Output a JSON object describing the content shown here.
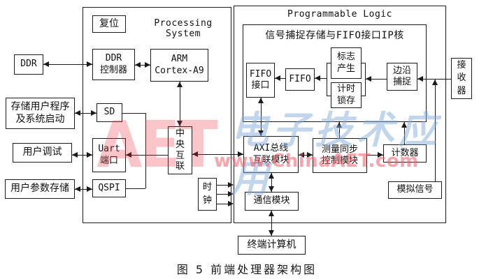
{
  "regions": {
    "ps_label": "Processing System",
    "pl_label": "Programmable Logic",
    "ip_label": "信号捕捉存储与FIFO接口IP核"
  },
  "external": {
    "ddr": "DDR",
    "storage": "存储用户程序\n及系统启动",
    "debug": "用户调试",
    "param": "用户参数存储",
    "receiver": "接\n收\n器",
    "terminal": "终端计算机"
  },
  "ps": {
    "reset": "复位",
    "ddr_ctrl": "DDR\n控制器",
    "arm": "ARM\nCortex-A9",
    "sd": "SD",
    "uart": "Uart\n端口",
    "qspi": "QSPI",
    "interconnect": "中\n央\n互\n联",
    "clock": "时\n钟"
  },
  "pl": {
    "fifo_if": "FIFO\n接口",
    "fifo": "FIFO",
    "flag": "标志\n产生",
    "latch": "计时\n锁存",
    "edge": "边沿\n捕捉",
    "axi": "AXI总线\n互联模块",
    "sync": "测量同步\n控制模块",
    "counter": "计数器",
    "analog": "模拟信号",
    "comm": "通信模块"
  },
  "caption": "图 5  前端处理器架构图",
  "watermark": {
    "logo": "AET",
    "cn_text": "电子技术应用",
    "url": "www.ChinaAET.com",
    "logo_color": "#e8303c",
    "cn_color": "#7da8d7",
    "url_color": "#f05a64"
  }
}
